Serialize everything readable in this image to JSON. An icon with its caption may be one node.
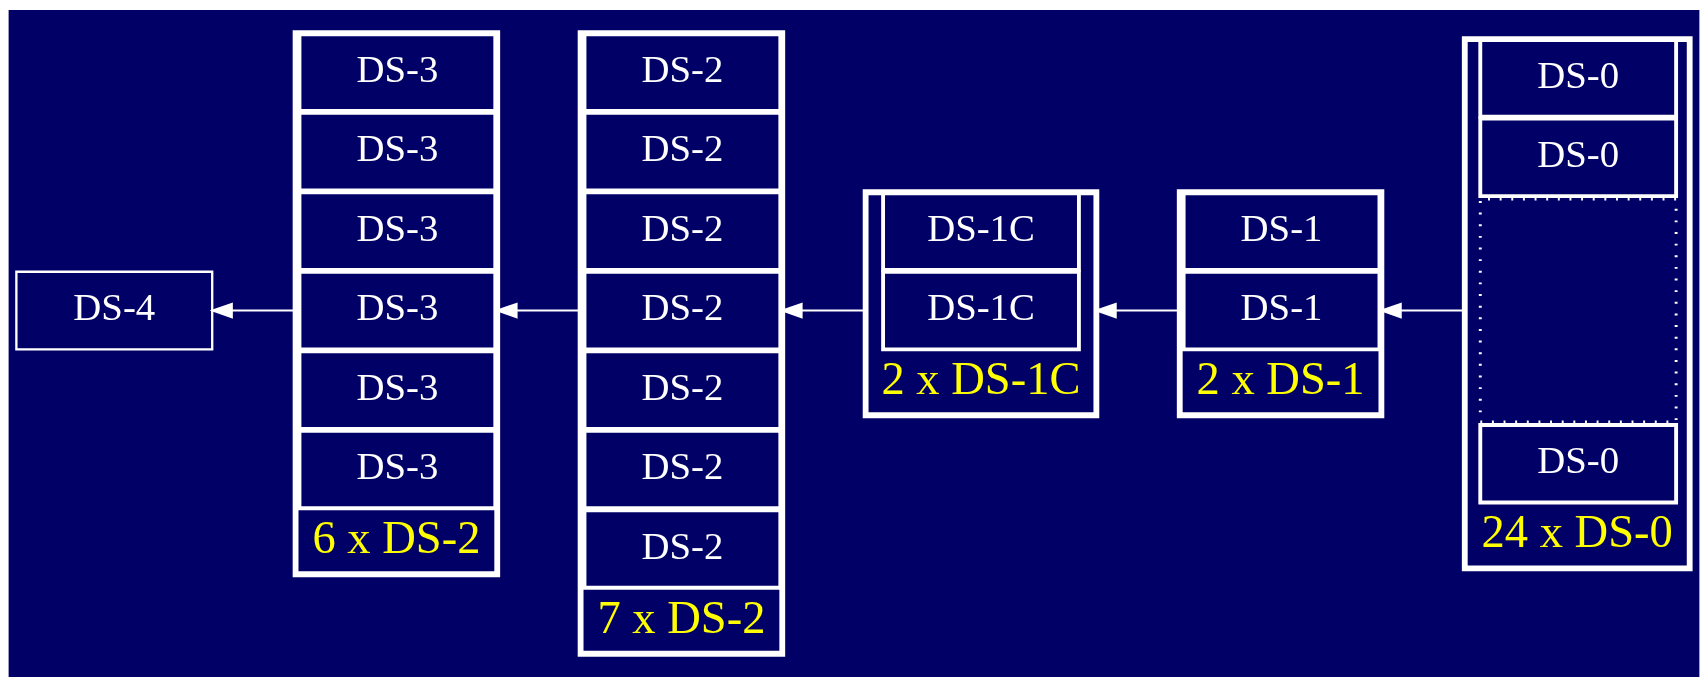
{
  "diagram": {
    "nodes": [
      {
        "text": [
          "DS-4"
        ]
      },
      {
        "text": [],
        "shape": "box",
        "beside": [
          "6 x DS-2"
        ]
      },
      {
        "text": [
          "DS-3"
        ],
        "in": 1
      },
      {
        "text": [
          "DS-3"
        ],
        "in": 1
      },
      {
        "text": [
          "DS-3"
        ],
        "in": 1
      },
      {
        "text": [
          "DS-3"
        ],
        "in": 1
      },
      {
        "text": [
          "DS-3"
        ],
        "in": 1
      },
      {
        "text": [
          "DS-3"
        ],
        "in": 1
      },
      {
        "text": [],
        "shape": "box",
        "beside": [
          "7 x DS-2"
        ]
      },
      {
        "text": [
          "DS-2"
        ],
        "in": 8
      },
      {
        "text": [
          "DS-2"
        ],
        "in": 8
      },
      {
        "text": [
          "DS-2"
        ],
        "in": 8
      },
      {
        "text": [
          "DS-2"
        ],
        "in": 8
      },
      {
        "text": [
          "DS-2"
        ],
        "in": 8
      },
      {
        "text": [
          "DS-2"
        ],
        "in": 8
      },
      {
        "text": [
          "DS-2"
        ],
        "in": 8
      },
      {
        "text": [],
        "shape": "box",
        "beside": [
          "2 x DS-1C"
        ]
      },
      {
        "text": [
          "DS-1C"
        ],
        "in": 16
      },
      {
        "text": [
          "DS-1C"
        ],
        "in": 16
      },
      {
        "text": [],
        "shape": "box",
        "beside": [
          "2 x DS-1"
        ]
      },
      {
        "text": [
          "DS-1"
        ],
        "in": 19
      },
      {
        "text": [
          "DS-1"
        ],
        "in": 19
      },
      {
        "text": [],
        "shape": "box",
        "beside": [
          "24 x DS-0"
        ]
      },
      {
        "text": [
          "DS-0"
        ],
        "in": 22
      },
      {
        "text": [
          "DS-0"
        ],
        "in": 22
      },
      {
        "text": [],
        "shape": "box",
        "in": 22
      },
      {
        "text": [
          "DS-0"
        ],
        "in": 22
      }
    ],
    "edges": [
      {
        "from": 1,
        "to": 0,
        "arrow": "to"
      },
      {
        "from": 8,
        "to": 1,
        "arrow": "to"
      },
      {
        "from": 16,
        "to": 8,
        "arrow": "to"
      },
      {
        "from": 19,
        "to": 16,
        "arrow": "to"
      },
      {
        "from": 22,
        "to": 19,
        "arrow": "to"
      }
    ]
  }
}
